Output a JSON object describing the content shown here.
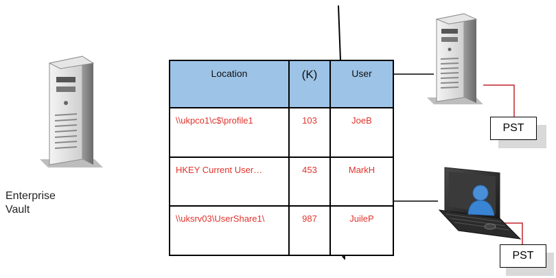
{
  "diagram": {
    "vault_label_line1": "Enterprise",
    "vault_label_line2": "Vault",
    "table": {
      "headers": [
        "Location",
        "(K)",
        "User"
      ],
      "rows": [
        {
          "location": "\\\\ukpco1\\c$\\profile1",
          "size": "103",
          "user": "JoeB"
        },
        {
          "location": "HKEY Current User…",
          "size": "453",
          "user": "MarkH"
        },
        {
          "location": "\\\\uksrv03\\UserShare1\\",
          "size": "987",
          "user": "JuileP"
        }
      ]
    },
    "pst_server_label": "PST",
    "pst_laptop_label": "PST"
  },
  "colors": {
    "header_fill": "#9dc3e6",
    "cell_text": "#e0322b",
    "connector_red": "#c0222a"
  },
  "icons": [
    "server-tower-icon",
    "server-tower-icon",
    "laptop-user-icon"
  ]
}
